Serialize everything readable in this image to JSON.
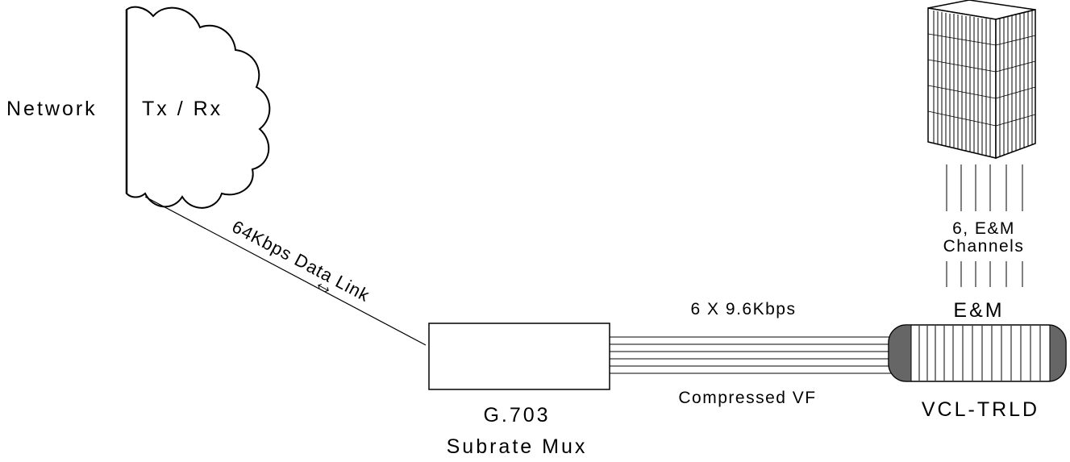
{
  "network": {
    "label": "Network",
    "cloud_label": "Tx / Rx"
  },
  "data_link": {
    "label": "64Kbps Data Link"
  },
  "mux": {
    "line1": "G.703",
    "line2": "Subrate Mux"
  },
  "trunk": {
    "rate_label": "6 X 9.6Kbps",
    "type_label": "Compressed VF"
  },
  "device": {
    "top_label": "E&M",
    "name": "VCL-TRLD"
  },
  "channels": {
    "line1": "6, E&M",
    "line2": "Channels"
  },
  "colors": {
    "line": "#000000",
    "device_cap": "#666666",
    "background": "#ffffff"
  },
  "icons": [
    "cloud-icon",
    "building-icon",
    "bidirectional-arrow-icon"
  ]
}
